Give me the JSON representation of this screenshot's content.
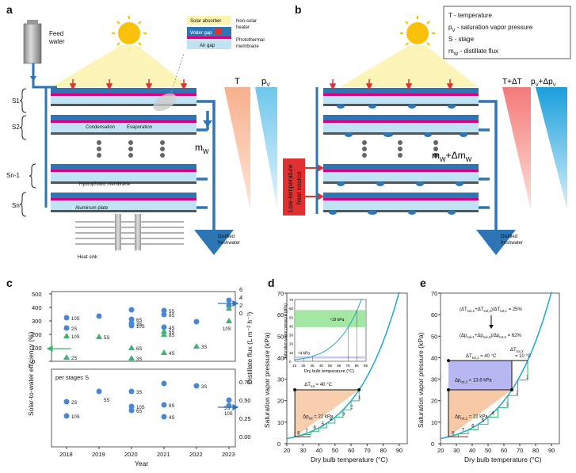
{
  "panels": {
    "a": "a",
    "b": "b",
    "c": "c",
    "d": "d",
    "e": "e"
  },
  "panel_a": {
    "feed_water": [
      "Feed",
      "water"
    ],
    "legend": {
      "solar_absorber": "Solar absorber",
      "non_solar_heater": [
        "Non-solar",
        "heater"
      ],
      "water_gap": "Water gap",
      "photothermal": [
        "Photothermal",
        "membrane"
      ],
      "air_gap": "Air gap"
    },
    "stages": [
      "S1",
      "S2",
      "Sn-1",
      "Sn"
    ],
    "condensation": "Condensation",
    "evaporation": "Evaporation",
    "hydrophobic": "Hydrophobic membrane",
    "aluminum": "Aluminum plate",
    "heat_sink": "Heat sink",
    "mw": "m",
    "mw_sub": "W",
    "T": "T",
    "pv": "p",
    "pv_sub": "V",
    "distilled": [
      "Distilled",
      "freshwater"
    ]
  },
  "panel_b": {
    "key": [
      "T - temperature",
      "p",
      " - saturation vapor pressure",
      "S - stage",
      "m",
      " - distillate flux"
    ],
    "key_subs": [
      "V",
      "W"
    ],
    "TdT": "T+ΔT",
    "pv": "p",
    "pv_mid": "+Δp",
    "pv_sub": "V",
    "mw": "m",
    "mw_mid": "+Δm",
    "mw_sub": "W",
    "heat_source": [
      "Low-temperature",
      "heat source"
    ],
    "distilled": [
      "Distilled",
      "freshwater"
    ]
  },
  "panel_c": {
    "ylabel_left": "Solar-to-water efficiency (%)",
    "ylabel_right": "Distillate flux (L m⁻² h⁻¹)",
    "xlabel": "Year",
    "stage_label": "per stages S",
    "years": [
      "2018",
      "2019",
      "2020",
      "2021",
      "2022",
      "2023"
    ],
    "yticks_left": [
      "0",
      "100",
      "200",
      "300",
      "400",
      "500"
    ],
    "yticks_right_top": [
      "0",
      "2",
      "4",
      "6"
    ],
    "yticks_right_bot": [
      "0.00",
      "0.25",
      "0.50",
      "0.75"
    ],
    "top_labels": [
      "10S",
      "2S",
      "10S",
      "2S",
      "5S",
      "6S",
      "3S",
      "10S",
      "6S",
      "3S",
      "5S",
      "8S",
      "4S",
      "5S",
      "8S",
      "4S",
      "3S",
      "10S"
    ],
    "bot_labels": [
      "2S",
      "10S",
      "5S",
      "3S",
      "10S",
      "6S",
      "3S",
      "8S",
      "4S",
      "3S",
      "5S",
      "10S"
    ]
  },
  "panel_d": {
    "ylabel": "Saturation vapor pressure (kPa)",
    "xlabel": "Dry bulb temperature (°C)",
    "xticks": [
      "20",
      "30",
      "40",
      "50",
      "60",
      "70",
      "80",
      "90"
    ],
    "yticks": [
      "0",
      "10",
      "20",
      "30",
      "40",
      "50",
      "60",
      "70"
    ],
    "dT": "ΔT",
    "dT_sub": "tot",
    "dT_val": " = 40 °C",
    "dp": "Δp",
    "dp_sub": "tot",
    "dp_val": " = 22 kPa",
    "steps": [
      "1",
      "2",
      "3",
      "4",
      "5",
      "6",
      "7",
      "8"
    ],
    "inset": {
      "ylabel": "Saturation vapor pressure (kPa)",
      "xlabel": "Dry bulb temperature (°C)",
      "xticks": [
        "15",
        "25",
        "35",
        "45",
        "55",
        "65",
        "75",
        "85",
        "95"
      ],
      "yticks": [
        "0",
        "10",
        "20",
        "30",
        "40",
        "50",
        "60",
        "70"
      ],
      "big": "~19 kPa",
      "small": "~4 kPa"
    }
  },
  "panel_e": {
    "ylabel": "Saturation vapor pressure (kPa)",
    "xlabel": "Dry bulb temperature (°C)",
    "xticks": [
      "20",
      "30",
      "40",
      "50",
      "60",
      "70",
      "80",
      "90"
    ],
    "yticks": [
      "0",
      "10",
      "20",
      "30",
      "40",
      "50",
      "60",
      "70"
    ],
    "eq1": "(ΔT",
    "eq1_mid": "+ΔT",
    "eq1_end": ")/ΔT",
    "eq1_val": " = 25%",
    "eq2": "(Δp",
    "eq2_mid": "+Δp",
    "eq2_end": ")/Δp",
    "eq2_val": " = 62%",
    "subs": {
      "sol1": "tot,1",
      "sol2": "sol,2",
      "sol1b": "sol,1"
    },
    "dT1": "ΔT",
    "dT1_sub": "tot,1",
    "dT1_val": " = 40 °C",
    "dT2": "ΔT",
    "dT2_sub": "tot,2",
    "dT2_val": "= 10 °C",
    "dp2": "Δp",
    "dp2_sub": "tot,2",
    "dp2_val": " = 13.6 kPa",
    "dp1": "Δp",
    "dp1_sub": "tot,1",
    "dp1_val": " = 22 kPa",
    "steps": [
      "1",
      "2",
      "3",
      "4",
      "5",
      "6",
      "7",
      "8"
    ]
  },
  "colors": {
    "blue": "#2e75b6",
    "magenta": "#d6007c",
    "lightblue": "#bfe3f2",
    "orange": "#f5a77c",
    "teal": "#3cb371",
    "sun": "#f9c10a"
  }
}
